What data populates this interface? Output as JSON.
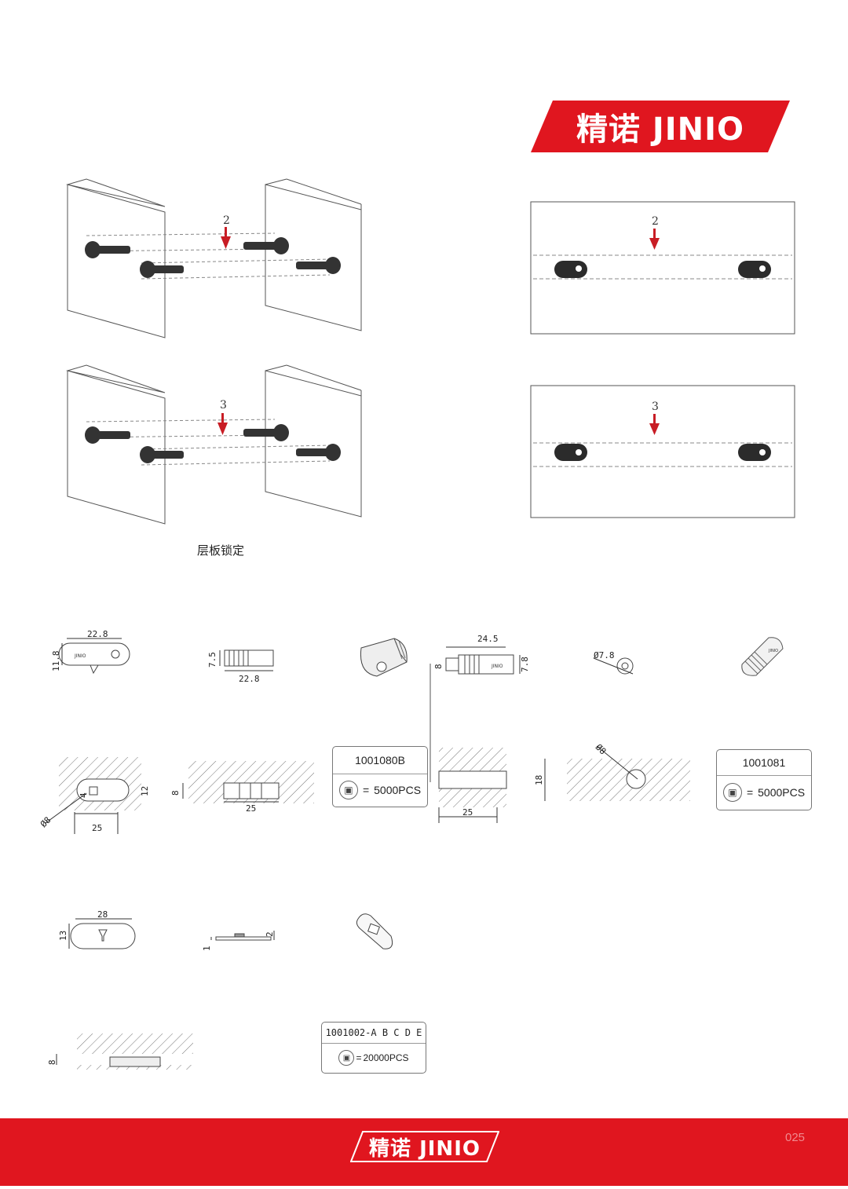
{
  "brand": {
    "name": "精诺 JINIO",
    "color": "#e0161f"
  },
  "panels": [
    {
      "step": "2"
    },
    {
      "step": "3"
    },
    {
      "step": "2"
    },
    {
      "step": "3"
    }
  ],
  "caption": "层板锁定",
  "dimensions": {
    "p1_width": "22.8",
    "p1_height": "11.8",
    "p2_height": "7.5",
    "p2_width": "22.8",
    "p4_width": "24.5",
    "p4_dia": "8",
    "p4_height": "7.8",
    "p5_dia": "Ø7.8",
    "s1_dia": "Ø8",
    "s1_four": "4",
    "s1_twelve": "12",
    "s1_width": "25",
    "s2_height": "8",
    "s2_width": "25",
    "s3_width": "25",
    "s4_dia": "Ø8",
    "s4_height": "18",
    "p7_width": "28",
    "p7_height": "13",
    "p8_two": "2",
    "p8_one": "1",
    "s5_height": "8"
  },
  "codes": [
    {
      "code": "1001080B",
      "equals": "=",
      "qty": "5000PCS"
    },
    {
      "code": "1001081",
      "equals": "=",
      "qty": "5000PCS"
    },
    {
      "code": "1001002-A B C D E",
      "equals": "=",
      "qty": "20000PCS"
    }
  ],
  "footer": {
    "page": "025"
  }
}
